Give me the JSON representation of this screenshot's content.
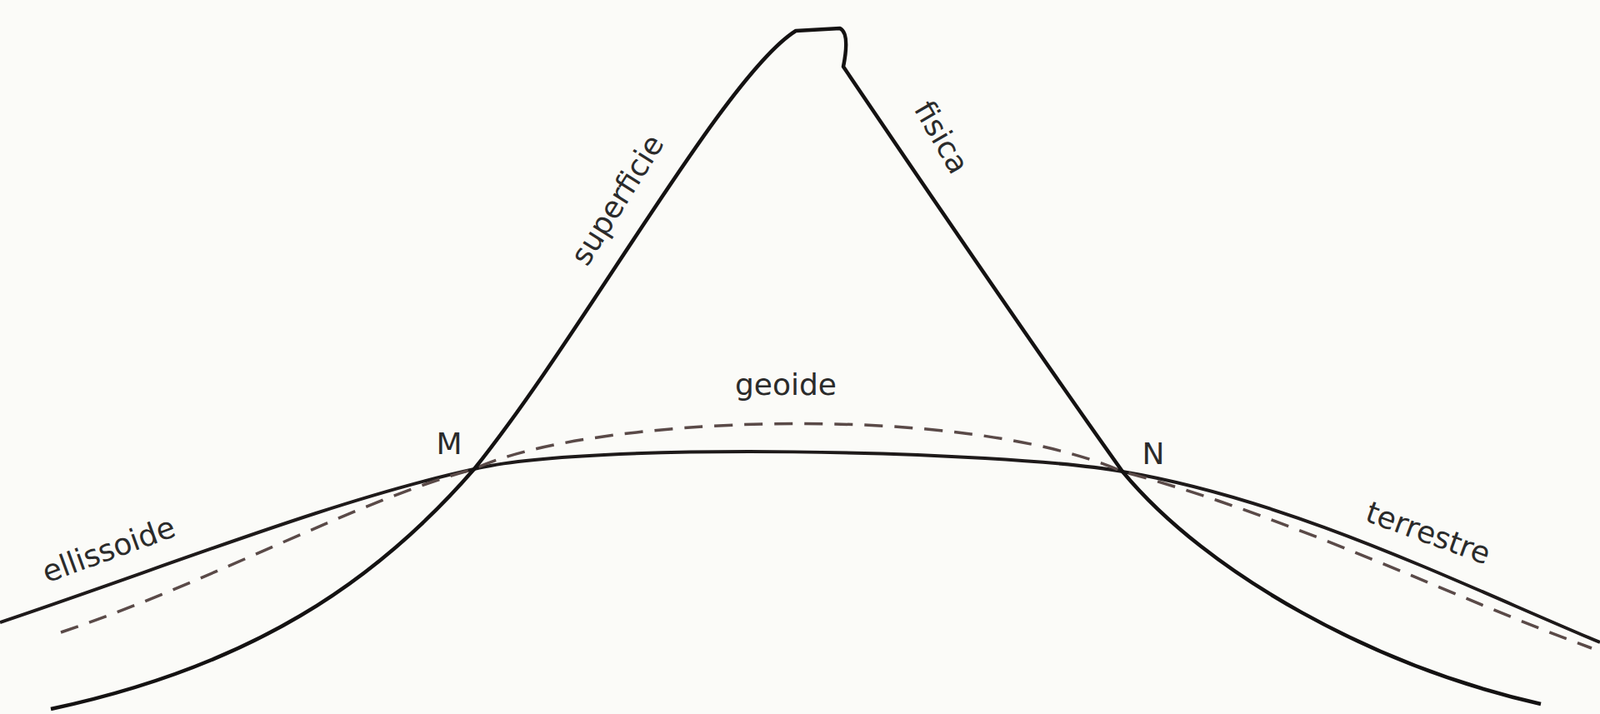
{
  "diagram": {
    "labels": [
      "superficie",
      "fisica",
      "geoide",
      "M",
      "N",
      "ellissoide",
      "terrestre"
    ]
  }
}
